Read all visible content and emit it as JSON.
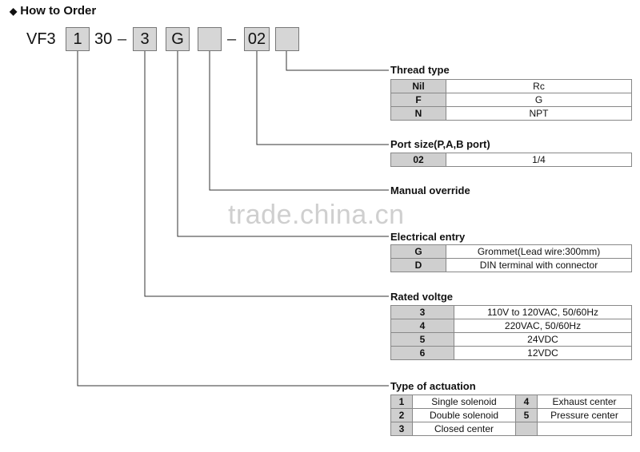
{
  "heading": {
    "bullet": "◆",
    "text": "How to Order"
  },
  "code": {
    "prefix": "VF3",
    "box1": "1",
    "mid": "30",
    "dash1": "–",
    "box2": "3",
    "box3": "G",
    "box4": "",
    "dash2": "–",
    "box5": "02",
    "box6": ""
  },
  "sections": {
    "thread": {
      "title": "Thread type",
      "rows": [
        {
          "key": "Nil",
          "value": "Rc"
        },
        {
          "key": "F",
          "value": "G"
        },
        {
          "key": "N",
          "value": "NPT"
        }
      ]
    },
    "port": {
      "title": "Port size(P,A,B port)",
      "rows": [
        {
          "key": "02",
          "value": "1/4"
        }
      ]
    },
    "manual": {
      "title": "Manual override"
    },
    "electrical": {
      "title": "Electrical entry",
      "rows": [
        {
          "key": "G",
          "value": "Grommet(Lead wire:300mm)"
        },
        {
          "key": "D",
          "value": "DIN terminal with connector"
        }
      ]
    },
    "voltage": {
      "title": "Rated voltge",
      "rows": [
        {
          "key": "3",
          "value": "110V to 120VAC, 50/60Hz"
        },
        {
          "key": "4",
          "value": "220VAC, 50/60Hz"
        },
        {
          "key": "5",
          "value": "24VDC"
        },
        {
          "key": "6",
          "value": "12VDC"
        }
      ]
    },
    "actuation": {
      "title": "Type of actuation",
      "rows": [
        {
          "k1": "1",
          "v1": "Single solenoid",
          "k2": "4",
          "v2": "Exhaust center"
        },
        {
          "k1": "2",
          "v1": "Double solenoid",
          "k2": "5",
          "v2": "Pressure center"
        },
        {
          "k1": "3",
          "v1": "Closed center",
          "k2": "",
          "v2": ""
        }
      ]
    }
  },
  "watermark": "trade.china.cn"
}
